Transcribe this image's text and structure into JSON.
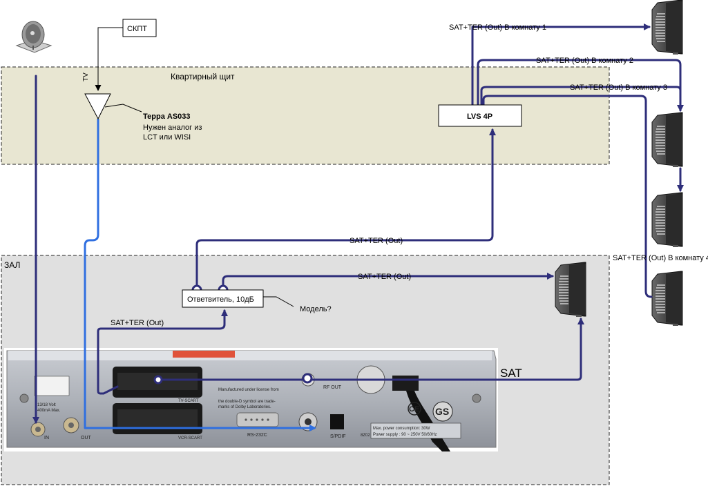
{
  "zones": {
    "apartment_panel": "Квартирный щит",
    "hall": "ЗАЛ"
  },
  "devices": {
    "skpt": "СКПТ",
    "tv_input": "TV",
    "amp_name": "Терра AS033",
    "amp_note_1": "Нужен аналог из",
    "amp_note_2": "LCT или WISI",
    "multiswitch": "LVS 4P",
    "coupler": "Ответвитель, 10дБ",
    "coupler_model": "Модель?"
  },
  "connections": {
    "room1": "SAT+TER (Out) В комнату 1",
    "room2": "SAT+TER (Out) В комнату 2",
    "room3": "SAT+TER (Out) В комнату 3",
    "room4": "SAT+TER (Out) В комнату 4",
    "out_to_switch": "SAT+TER (Out)",
    "out_to_hall_tv": "SAT+TER (Out)",
    "out_to_receiver": "SAT+TER (Out)",
    "sat": "SAT"
  },
  "receiver_labels": {
    "rf_out": "RF OUT",
    "tv_scart": "TV-SCART",
    "vcr_scart": "VCR-SCART",
    "rs232": "RS-232C",
    "spdif": "S/PDIF",
    "in": "IN",
    "out": "OUT",
    "dolby": "Manufactured under license from",
    "dolby2": "the double-D symbol are trade-",
    "dolby3": "marks of Dolby Laboratories.",
    "power1": "Max. power consumption: 30W",
    "power2": "Power supply : 90 ~ 250V 50/60Hz",
    "volt": "13/18 Volt",
    "ma": "400mA Max.",
    "ce": "CE",
    "model": "8Z02",
    "ogs": "GS"
  },
  "colors": {
    "navy": "#2e2e7a",
    "blue": "#2f6fe0",
    "panel_bg": "#e8e6d2",
    "hall_bg": "#e0e0e0"
  },
  "icons": [
    "satellite-dish-icon",
    "tv-icon",
    "amplifier-triangle-icon"
  ]
}
